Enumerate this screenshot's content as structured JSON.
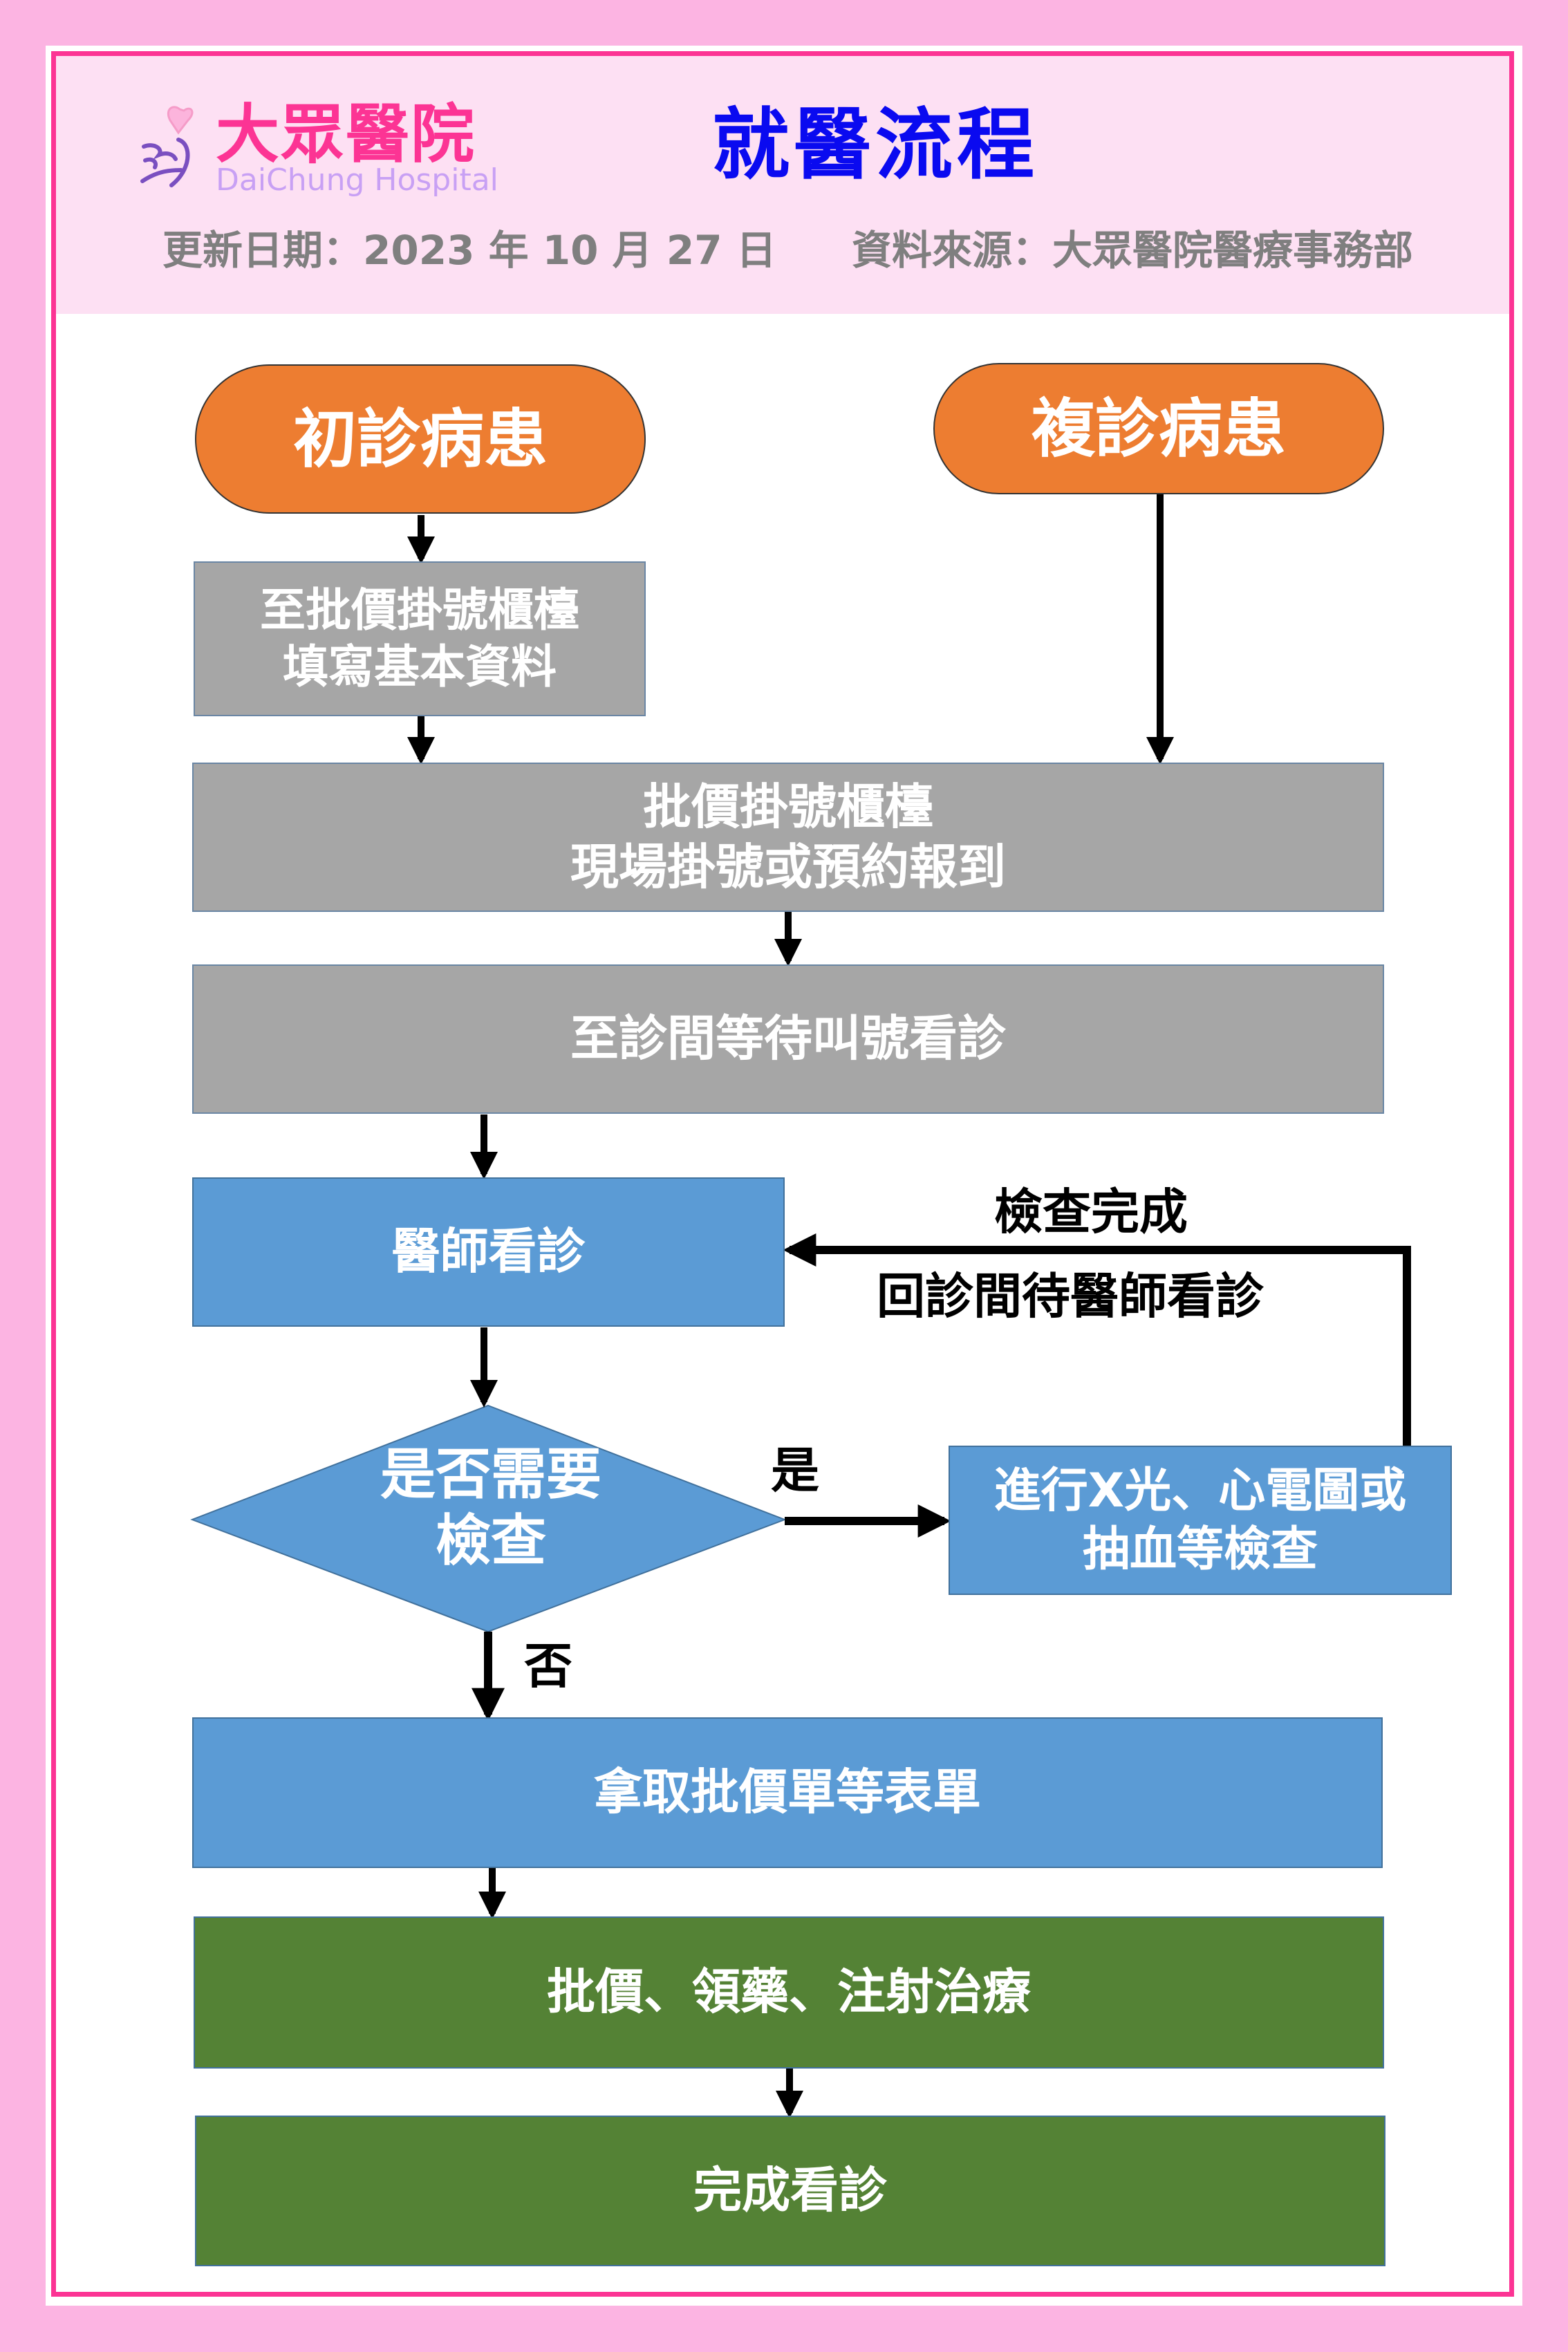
{
  "header": {
    "logo_name_zh": "大眾醫院",
    "logo_name_en": "DaiChung Hospital",
    "title": "就醫流程",
    "update_date": "更新日期：2023 年 10 月 27 日",
    "data_source": "資料來源：大眾醫院醫療事務部"
  },
  "colors": {
    "outer_bg": "#fcb4e2",
    "frame_border": "#fc3494",
    "header_bg": "#fde0f3",
    "title": "#0a0af0",
    "logo_zh": "#fc3494",
    "logo_en": "#c8a0f4",
    "start_node": "#ed7d31",
    "gray_node": "#a6a6a6",
    "blue_node": "#5b9bd5",
    "green_node": "#548235"
  },
  "flow": {
    "start_new": "初診病患",
    "start_return": "複診病患",
    "fill_info": "至批價掛號櫃檯\n填寫基本資料",
    "register": "批價掛號櫃檯\n現場掛號或預約報到",
    "wait": "至診間等待叫號看診",
    "doctor": "醫師看診",
    "decision": "是否需要\n檢查",
    "exam": "進行X光、心電圖或\n抽血等檢查",
    "forms": "拿取批價單等表單",
    "pay": "批價、領藥、注射治療",
    "done": "完成看診"
  },
  "edge_labels": {
    "yes": "是",
    "no": "否",
    "loop_top": "檢查完成",
    "loop_bottom": "回診間待醫師看診"
  }
}
